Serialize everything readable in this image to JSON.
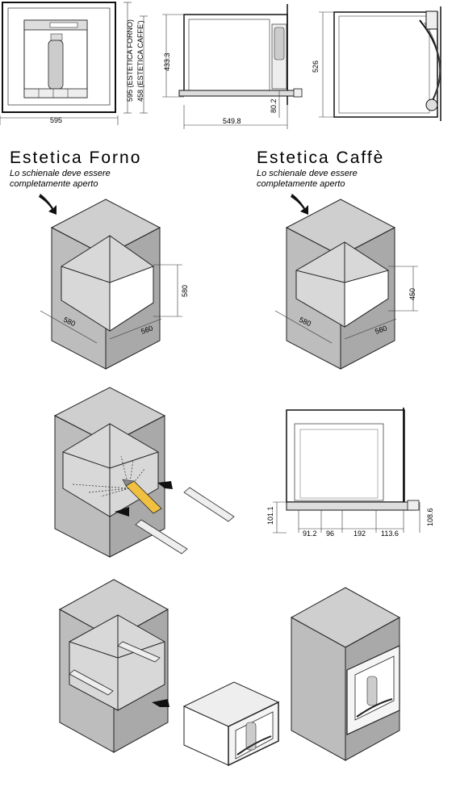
{
  "top_drawings": {
    "front": {
      "width": "595",
      "height_forno": "595 (ESTETICA FORNO)",
      "height_caffe": "458 (ESTETICA CAFFE')"
    },
    "side": {
      "height": "433.3",
      "depth": "549.8",
      "offset": "80.2"
    },
    "side_right": {
      "height": "526"
    }
  },
  "section_forno": {
    "title": "Estetica Forno",
    "note_line1": "Lo schienale deve essere",
    "note_line2": "completamente aperto",
    "dims": {
      "depth": "580",
      "width": "560",
      "height": "580"
    }
  },
  "section_caffe": {
    "title": "Estetica Caffè",
    "note_line1": "Lo schienale deve essere",
    "note_line2": "completamente aperto",
    "dims": {
      "depth": "580",
      "width": "560",
      "height": "450"
    }
  },
  "rail_drawing": {
    "height_left": "101.1",
    "height_right": "108.6",
    "spacing": [
      "91.2",
      "96",
      "192",
      "113.6"
    ]
  }
}
